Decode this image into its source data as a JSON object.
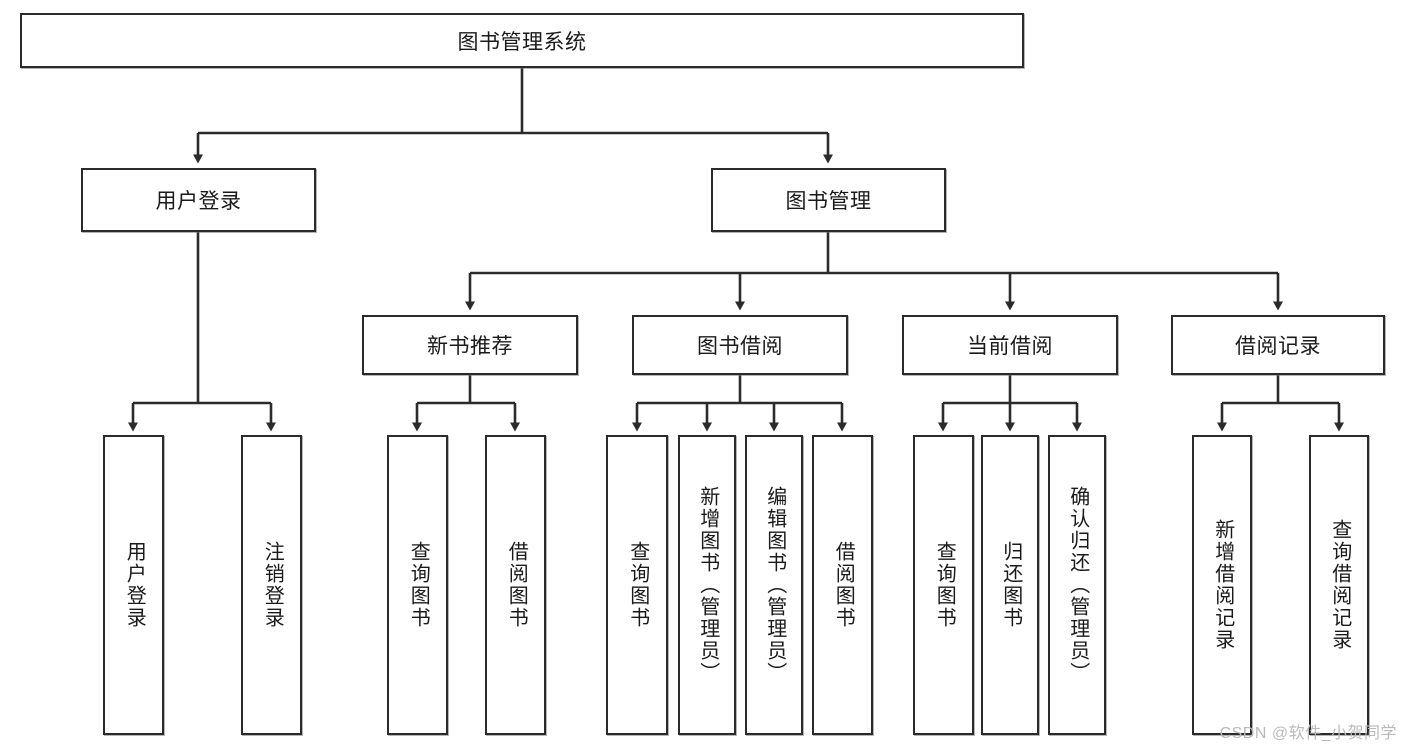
{
  "diagram": {
    "type": "tree-hierarchy",
    "title": "图书管理系统",
    "watermark": "CSDN @软件_小贺同学",
    "colors": {
      "stroke": "#2b2b2b",
      "fill": "#ffffff",
      "text": "#1a1a1a",
      "watermark": "#b9b9b9"
    },
    "nodes": {
      "root": {
        "label": "图书管理系统",
        "level": 0,
        "orientation": "horizontal"
      },
      "l1": [
        {
          "id": "user-login",
          "label": "用户登录",
          "orientation": "horizontal"
        },
        {
          "id": "book-manage",
          "label": "图书管理",
          "orientation": "horizontal"
        }
      ],
      "l2": [
        {
          "id": "new-book-recommend",
          "label": "新书推荐",
          "parent": "book-manage",
          "orientation": "horizontal"
        },
        {
          "id": "book-borrow",
          "label": "图书借阅",
          "parent": "book-manage",
          "orientation": "horizontal"
        },
        {
          "id": "current-borrow",
          "label": "当前借阅",
          "parent": "book-manage",
          "orientation": "horizontal"
        },
        {
          "id": "borrow-record",
          "label": "借阅记录",
          "parent": "book-manage",
          "orientation": "horizontal"
        }
      ],
      "leaves": [
        {
          "id": "leaf-user-login",
          "label": "用户登录",
          "parent": "user-login",
          "orientation": "vertical"
        },
        {
          "id": "leaf-user-logout",
          "label": "注销登录",
          "parent": "user-login",
          "orientation": "vertical"
        },
        {
          "id": "leaf-query-book-rec",
          "label": "查询图书",
          "parent": "new-book-recommend",
          "orientation": "vertical"
        },
        {
          "id": "leaf-borrow-book-rec",
          "label": "借阅图书",
          "parent": "new-book-recommend",
          "orientation": "vertical"
        },
        {
          "id": "leaf-query-book-borrow",
          "label": "查询图书",
          "parent": "book-borrow",
          "orientation": "vertical"
        },
        {
          "id": "leaf-add-book",
          "label": "新增图书（管理员）",
          "parent": "book-borrow",
          "orientation": "vertical"
        },
        {
          "id": "leaf-edit-book",
          "label": "编辑图书（管理员）",
          "parent": "book-borrow",
          "orientation": "vertical"
        },
        {
          "id": "leaf-borrow-book",
          "label": "借阅图书",
          "parent": "book-borrow",
          "orientation": "vertical"
        },
        {
          "id": "leaf-query-book-cur",
          "label": "查询图书",
          "parent": "current-borrow",
          "orientation": "vertical"
        },
        {
          "id": "leaf-return-book",
          "label": "归还图书",
          "parent": "current-borrow",
          "orientation": "vertical"
        },
        {
          "id": "leaf-confirm-return",
          "label": "确认归还（管理员）",
          "parent": "current-borrow",
          "orientation": "vertical"
        },
        {
          "id": "leaf-add-record",
          "label": "新增借阅记录",
          "parent": "borrow-record",
          "orientation": "vertical"
        },
        {
          "id": "leaf-query-record",
          "label": "查询借阅记录",
          "parent": "borrow-record",
          "orientation": "vertical"
        }
      ]
    }
  }
}
